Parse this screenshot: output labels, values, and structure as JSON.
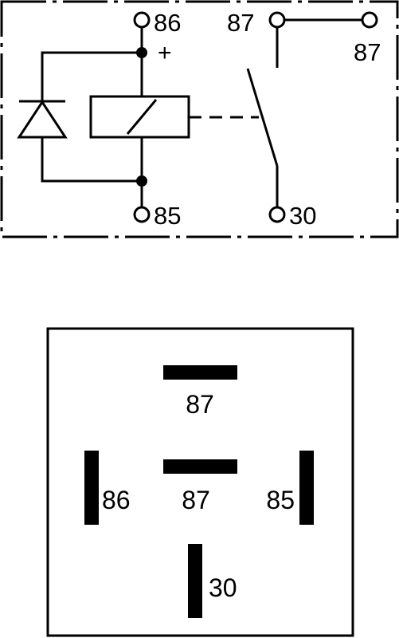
{
  "schematic": {
    "terminals": {
      "t86": "86",
      "t85": "85",
      "t87_switch": "87",
      "t87_right": "87",
      "t30": "30"
    },
    "plus_sign": "+"
  },
  "pinout": {
    "pin_87_top": "87",
    "pin_87_center": "87",
    "pin_86": "86",
    "pin_85": "85",
    "pin_30": "30"
  },
  "colors": {
    "ink": "#000000",
    "paper": "#ffffff"
  }
}
